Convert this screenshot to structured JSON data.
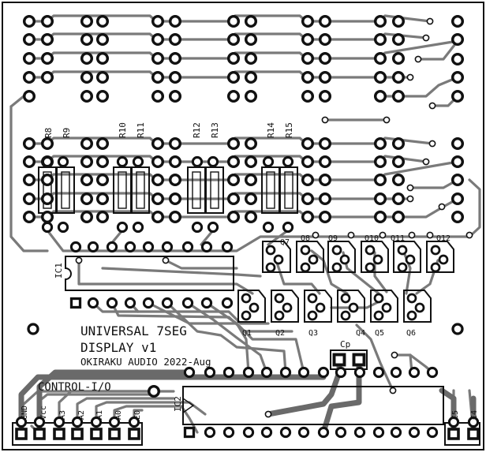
{
  "board": {
    "title_line1": "UNIVERSAL 7SEG",
    "title_line2": "DISPLAY v1",
    "credit": "OKIRAKU AUDIO 2022-Aug",
    "control_label": "CONTROL-I/O"
  },
  "resistors": [
    "R8",
    "R9",
    "R10",
    "R11",
    "R12",
    "R13",
    "R14",
    "R15"
  ],
  "ic_labels": [
    "IC1",
    "IC2"
  ],
  "capacitor_label": "Cp",
  "transistors_top": [
    "Q7",
    "Q8",
    "Q9",
    "Q10",
    "Q11",
    "Q12"
  ],
  "transistors_bottom": [
    "Q1",
    "Q2",
    "Q3",
    "Q4",
    "Q5",
    "Q6"
  ],
  "header_pins": [
    "GND",
    "Vcc",
    "A3",
    "A2",
    "A1",
    "A0",
    "E0"
  ],
  "side_labels": [
    "C5",
    "C4"
  ],
  "colors": {
    "copper": "#7a7a7a",
    "pad": "#111111",
    "silk": "#111111",
    "background": "#ffffff"
  }
}
